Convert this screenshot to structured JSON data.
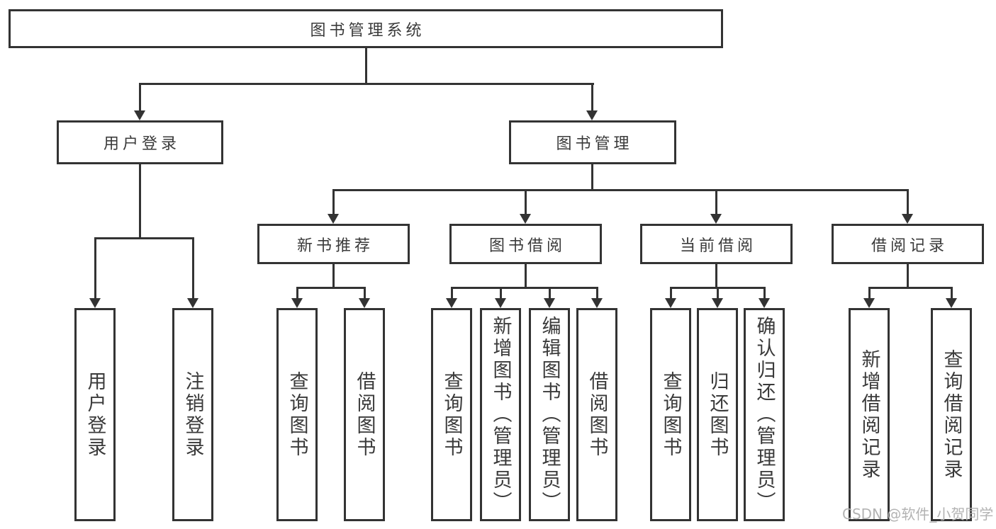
{
  "diagram": {
    "tree": {
      "label": "图书管理系统",
      "children": [
        {
          "label": "用户登录",
          "children": [
            {
              "label": "用户登录"
            },
            {
              "label": "注销登录"
            }
          ]
        },
        {
          "label": "图书管理",
          "children": [
            {
              "label": "新书推荐",
              "children": [
                {
                  "label": "查询图书"
                },
                {
                  "label": "借阅图书"
                }
              ]
            },
            {
              "label": "图书借阅",
              "children": [
                {
                  "label": "查询图书"
                },
                {
                  "label": "新增图书（管理员）"
                },
                {
                  "label": "编辑图书（管理员）"
                },
                {
                  "label": "借阅图书"
                }
              ]
            },
            {
              "label": "当前借阅",
              "children": [
                {
                  "label": "查询图书"
                },
                {
                  "label": "归还图书"
                },
                {
                  "label": "确认归还（管理员）"
                }
              ]
            },
            {
              "label": "借阅记录",
              "children": [
                {
                  "label": "新增借阅记录"
                },
                {
                  "label": "查询借阅记录"
                }
              ]
            }
          ]
        }
      ]
    },
    "watermark": "CSDN @软件_小贺同学",
    "colors": {
      "line": "#333333",
      "box_border": "#333333",
      "text": "#3a3a3a",
      "watermark": "#b3b3b3",
      "background": "#ffffff"
    }
  }
}
